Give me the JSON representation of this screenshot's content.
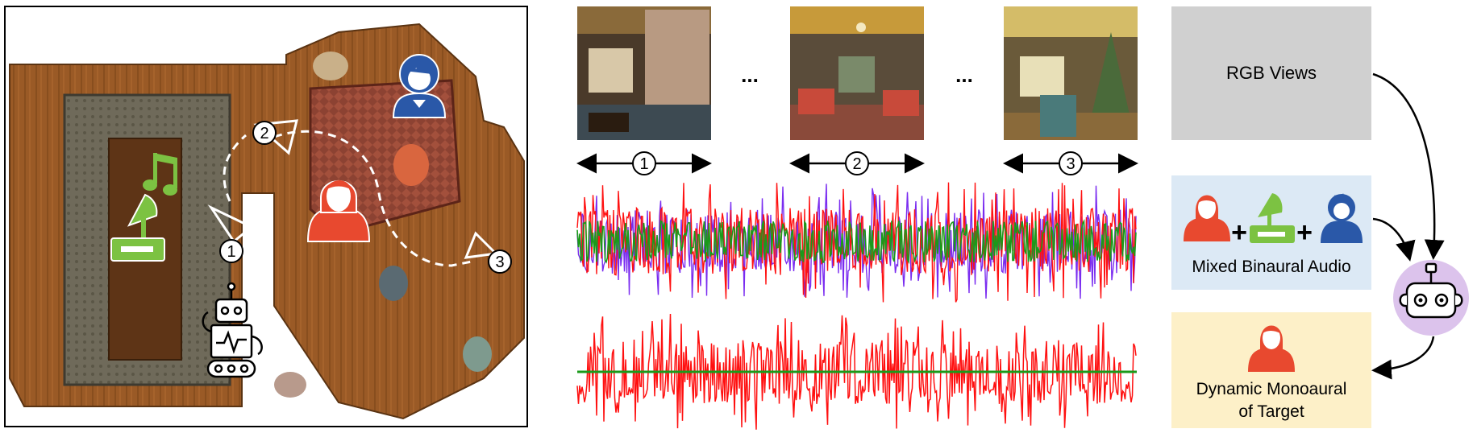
{
  "floorplan": {
    "waypoints": [
      "1",
      "2",
      "3"
    ]
  },
  "views": {
    "ellipsis": [
      "...",
      "..."
    ],
    "segments": [
      "1",
      "2",
      "3"
    ]
  },
  "boxes": {
    "rgb_label": "RGB Views",
    "mixed_label": "Mixed Binaural Audio",
    "target_line1": "Dynamic Monoaural",
    "target_line2": "of Target",
    "plus": [
      "+",
      "+"
    ]
  },
  "colors": {
    "speaker_red": "#e8492f",
    "instrument_green": "#7cc242",
    "speaker_blue": "#2a58a8",
    "wave_violet": "#7a2cf0",
    "wave_green": "#1a9a1a",
    "wave_red": "#ff1010",
    "rgb_box": "#d0d0d0",
    "mixed_box": "#dce9f5",
    "target_box": "#fdf0c8",
    "agent_circle": "#dcc3ec"
  },
  "icons": [
    "music-note-icon",
    "gramophone-icon",
    "robot-icon",
    "speaker-woman-icon",
    "speaker-man-icon",
    "camera-cone-icon",
    "agent-head-icon"
  ]
}
